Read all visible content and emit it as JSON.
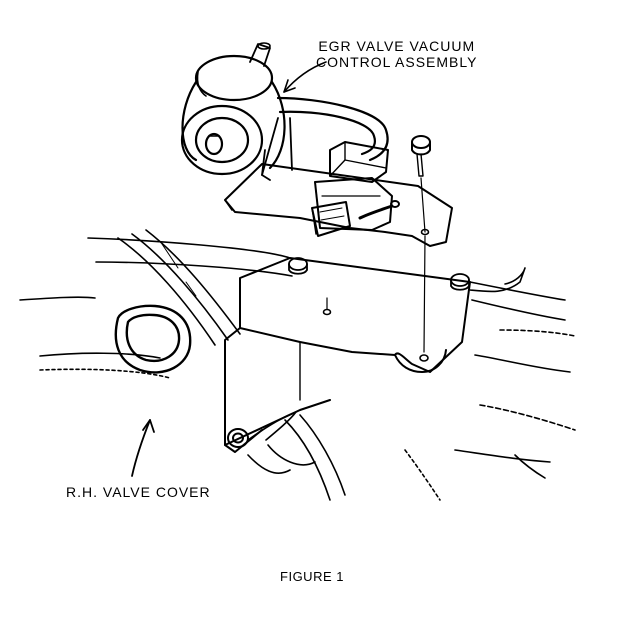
{
  "labels": {
    "egr_line1": "EGR VALVE VACUUM",
    "egr_line2": "CONTROL ASSEMBLY",
    "valve_cover": "R.H. VALVE COVER"
  },
  "caption": "FIGURE 1",
  "colors": {
    "ink": "#000000",
    "paper": "#ffffff"
  }
}
